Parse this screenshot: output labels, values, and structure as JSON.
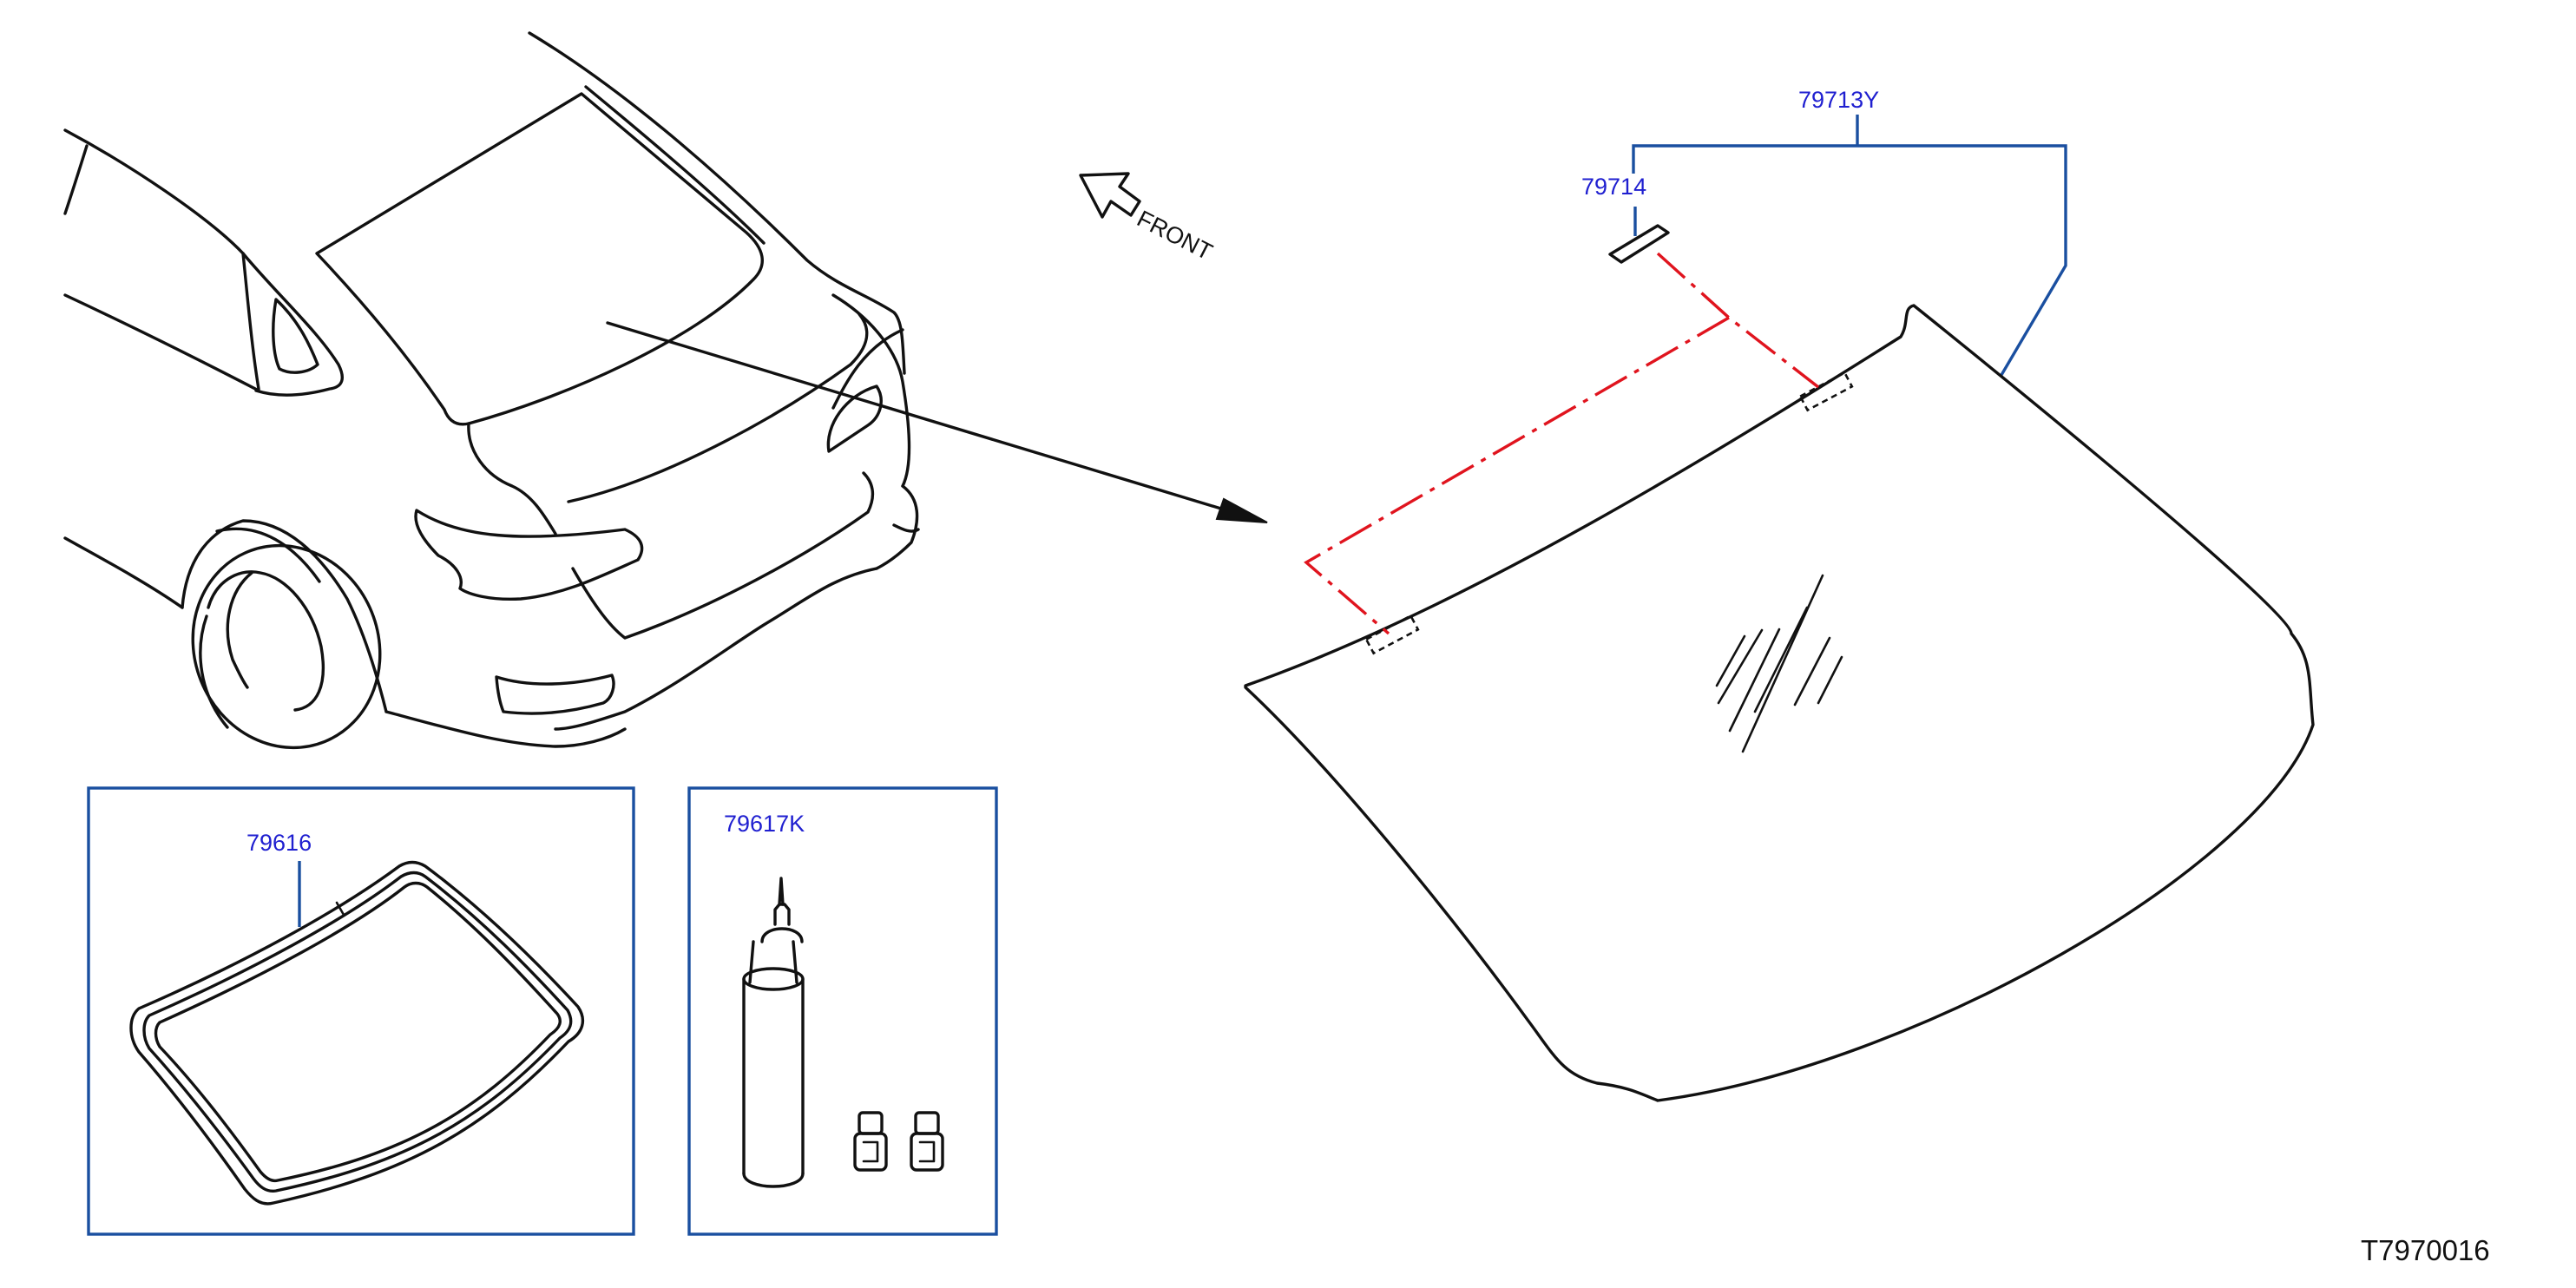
{
  "parts": {
    "windshield_assembly": "79713Y",
    "clip": "79714",
    "molding": "79616",
    "adhesive_kit": "79617K"
  },
  "direction": {
    "label": "FRONT"
  },
  "illustration_code": "T7970016",
  "colors": {
    "line_art": "#111111",
    "callout_text": "#1f1fd0",
    "leader_frame": "#1a4fa0",
    "centerline": "#e0141e"
  },
  "icons": [
    "front-direction-arrow-icon",
    "vehicle-rear-icon",
    "windshield-glass-icon",
    "molding-icon",
    "adhesive-tube-icon",
    "primer-bottle-icon"
  ]
}
